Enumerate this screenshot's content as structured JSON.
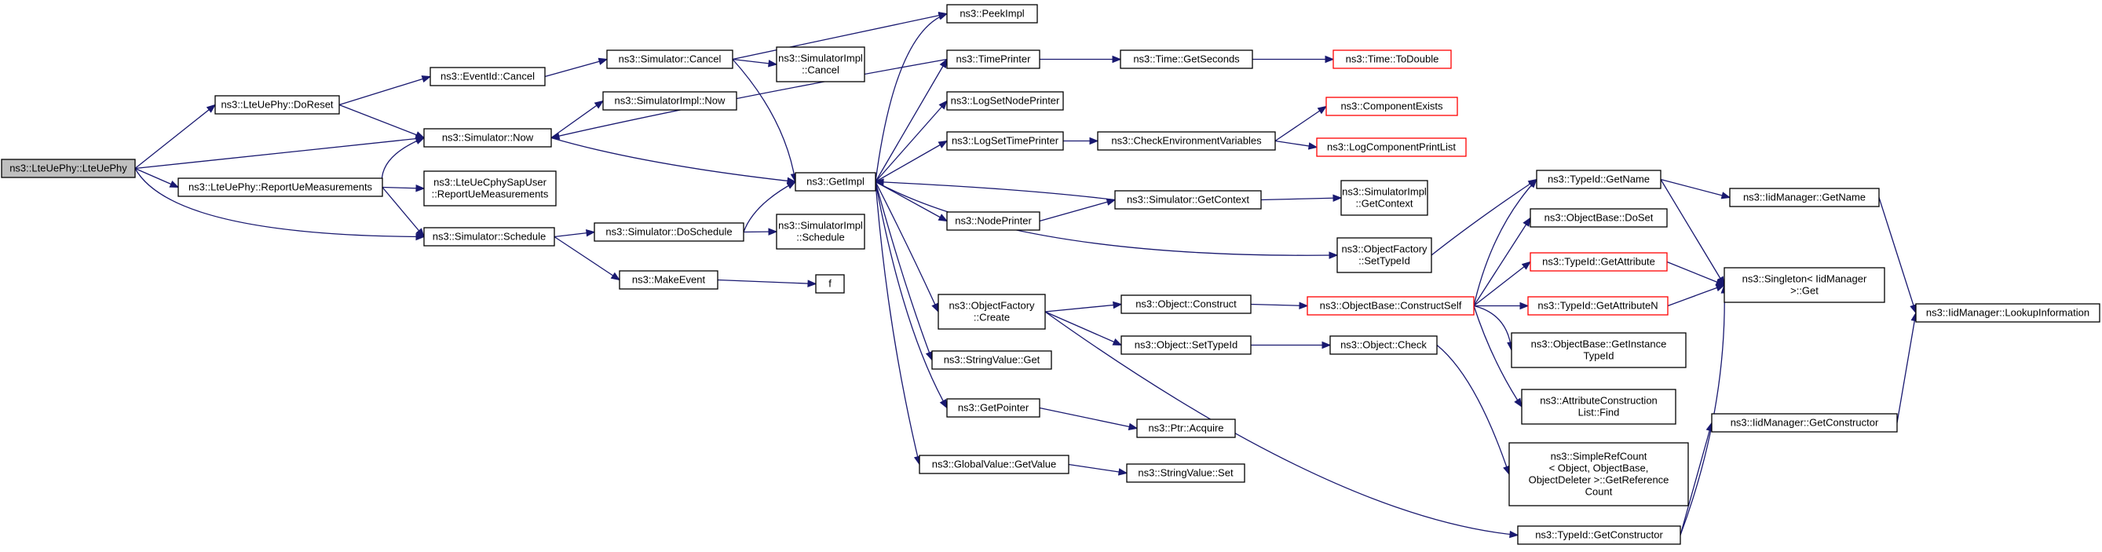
{
  "nodes": [
    {
      "id": "root",
      "lines": [
        "ns3::LteUePhy::LteUePhy"
      ],
      "style": "root",
      "interactable": false
    },
    {
      "id": "doreset",
      "lines": [
        "ns3::LteUePhy::DoReset"
      ],
      "style": "normal",
      "interactable": true
    },
    {
      "id": "reportue",
      "lines": [
        "ns3::LteUePhy::ReportUeMeasurements"
      ],
      "style": "normal",
      "interactable": true
    },
    {
      "id": "eventcancel",
      "lines": [
        "ns3::EventId::Cancel"
      ],
      "style": "normal",
      "interactable": true
    },
    {
      "id": "simnow",
      "lines": [
        "ns3::Simulator::Now"
      ],
      "style": "normal",
      "interactable": true
    },
    {
      "id": "sapuser",
      "lines": [
        "ns3::LteUeCphySapUser",
        "::ReportUeMeasurements"
      ],
      "style": "normal",
      "interactable": true
    },
    {
      "id": "simschedule",
      "lines": [
        "ns3::Simulator::Schedule"
      ],
      "style": "normal",
      "interactable": true
    },
    {
      "id": "simcancel",
      "lines": [
        "ns3::Simulator::Cancel"
      ],
      "style": "normal",
      "interactable": true
    },
    {
      "id": "implnow",
      "lines": [
        "ns3::SimulatorImpl::Now"
      ],
      "style": "normal",
      "interactable": true
    },
    {
      "id": "doschedule",
      "lines": [
        "ns3::Simulator::DoSchedule"
      ],
      "style": "normal",
      "interactable": true
    },
    {
      "id": "makeevent",
      "lines": [
        "ns3::MakeEvent"
      ],
      "style": "normal",
      "interactable": true
    },
    {
      "id": "implcancel",
      "lines": [
        "ns3::SimulatorImpl",
        "::Cancel"
      ],
      "style": "normal",
      "interactable": true
    },
    {
      "id": "getimpl",
      "lines": [
        "ns3::GetImpl"
      ],
      "style": "normal",
      "interactable": true
    },
    {
      "id": "implschedule",
      "lines": [
        "ns3::SimulatorImpl",
        "::Schedule"
      ],
      "style": "normal",
      "interactable": true
    },
    {
      "id": "f",
      "lines": [
        "f"
      ],
      "style": "normal",
      "interactable": true
    },
    {
      "id": "peekimpl",
      "lines": [
        "ns3::PeekImpl"
      ],
      "style": "normal",
      "interactable": true
    },
    {
      "id": "timeprinter",
      "lines": [
        "ns3::TimePrinter"
      ],
      "style": "normal",
      "interactable": true
    },
    {
      "id": "lognodeprinter",
      "lines": [
        "ns3::LogSetNodePrinter"
      ],
      "style": "normal",
      "interactable": true
    },
    {
      "id": "logtimeprinter",
      "lines": [
        "ns3::LogSetTimePrinter"
      ],
      "style": "normal",
      "interactable": true
    },
    {
      "id": "nodeprinter",
      "lines": [
        "ns3::NodePrinter"
      ],
      "style": "normal",
      "interactable": true
    },
    {
      "id": "ofcreate",
      "lines": [
        "ns3::ObjectFactory",
        "::Create"
      ],
      "style": "normal",
      "interactable": true
    },
    {
      "id": "strget",
      "lines": [
        "ns3::StringValue::Get"
      ],
      "style": "normal",
      "interactable": true
    },
    {
      "id": "getpointer",
      "lines": [
        "ns3::GetPointer"
      ],
      "style": "normal",
      "interactable": true
    },
    {
      "id": "gvgetvalue",
      "lines": [
        "ns3::GlobalValue::GetValue"
      ],
      "style": "normal",
      "interactable": true
    },
    {
      "id": "getseconds",
      "lines": [
        "ns3::Time::GetSeconds"
      ],
      "style": "normal",
      "interactable": true
    },
    {
      "id": "checkenv",
      "lines": [
        "ns3::CheckEnvironmentVariables"
      ],
      "style": "normal",
      "interactable": true
    },
    {
      "id": "getcontext",
      "lines": [
        "ns3::Simulator::GetContext"
      ],
      "style": "normal",
      "interactable": true
    },
    {
      "id": "objconstruct",
      "lines": [
        "ns3::Object::Construct"
      ],
      "style": "normal",
      "interactable": true
    },
    {
      "id": "setobjtypeid",
      "lines": [
        "ns3::Object::SetTypeId"
      ],
      "style": "normal",
      "interactable": true
    },
    {
      "id": "ptracquire",
      "lines": [
        "ns3::Ptr::Acquire"
      ],
      "style": "normal",
      "interactable": true
    },
    {
      "id": "strset",
      "lines": [
        "ns3::StringValue::Set"
      ],
      "style": "normal",
      "interactable": true
    },
    {
      "id": "todouble",
      "lines": [
        "ns3::Time::ToDouble"
      ],
      "style": "red",
      "interactable": true
    },
    {
      "id": "compexists",
      "lines": [
        "ns3::ComponentExists"
      ],
      "style": "red",
      "interactable": true
    },
    {
      "id": "logcomplist",
      "lines": [
        "ns3::LogComponentPrintList"
      ],
      "style": "red",
      "interactable": true
    },
    {
      "id": "implgetcontext",
      "lines": [
        "ns3::SimulatorImpl",
        "::GetContext"
      ],
      "style": "normal",
      "interactable": true
    },
    {
      "id": "ofsettypeid",
      "lines": [
        "ns3::ObjectFactory",
        "::SetTypeId"
      ],
      "style": "normal",
      "interactable": true
    },
    {
      "id": "constructself",
      "lines": [
        "ns3::ObjectBase::ConstructSelf"
      ],
      "style": "red",
      "interactable": true
    },
    {
      "id": "objcheck",
      "lines": [
        "ns3::Object::Check"
      ],
      "style": "normal",
      "interactable": true
    },
    {
      "id": "tidgetname",
      "lines": [
        "ns3::TypeId::GetName"
      ],
      "style": "normal",
      "interactable": true
    },
    {
      "id": "doset",
      "lines": [
        "ns3::ObjectBase::DoSet"
      ],
      "style": "normal",
      "interactable": true
    },
    {
      "id": "getattribute",
      "lines": [
        "ns3::TypeId::GetAttribute"
      ],
      "style": "red",
      "interactable": true
    },
    {
      "id": "getattributen",
      "lines": [
        "ns3::TypeId::GetAttributeN"
      ],
      "style": "red",
      "interactable": true
    },
    {
      "id": "getinstance",
      "lines": [
        "ns3::ObjectBase::GetInstance",
        "TypeId"
      ],
      "style": "normal",
      "interactable": true
    },
    {
      "id": "acfind",
      "lines": [
        "ns3::AttributeConstruction",
        "List::Find"
      ],
      "style": "normal",
      "interactable": true
    },
    {
      "id": "simplerefcount",
      "lines": [
        "ns3::SimpleRefCount",
        "< Object, ObjectBase,",
        "ObjectDeleter >::GetReference",
        "Count"
      ],
      "style": "normal",
      "interactable": true
    },
    {
      "id": "getconstructor",
      "lines": [
        "ns3::TypeId::GetConstructor"
      ],
      "style": "normal",
      "interactable": true
    },
    {
      "id": "iidgetname",
      "lines": [
        "ns3::IidManager::GetName"
      ],
      "style": "normal",
      "interactable": true
    },
    {
      "id": "singletonget",
      "lines": [
        "ns3::Singleton< IidManager",
        ">::Get"
      ],
      "style": "normal",
      "interactable": true
    },
    {
      "id": "iidgetctor",
      "lines": [
        "ns3::IidManager::GetConstructor"
      ],
      "style": "normal",
      "interactable": true
    },
    {
      "id": "lookupinfo",
      "lines": [
        "ns3::IidManager::LookupInformation"
      ],
      "style": "normal",
      "interactable": true
    }
  ],
  "edges": [
    [
      "root",
      "doreset"
    ],
    [
      "root",
      "simnow"
    ],
    [
      "root",
      "reportue"
    ],
    [
      "root",
      "simschedule"
    ],
    [
      "doreset",
      "eventcancel"
    ],
    [
      "doreset",
      "simnow"
    ],
    [
      "eventcancel",
      "simcancel"
    ],
    [
      "simcancel",
      "peekimpl"
    ],
    [
      "simcancel",
      "implcancel"
    ],
    [
      "simcancel",
      "getimpl"
    ],
    [
      "simnow",
      "implnow"
    ],
    [
      "simnow",
      "getimpl"
    ],
    [
      "reportue",
      "simnow"
    ],
    [
      "reportue",
      "sapuser"
    ],
    [
      "reportue",
      "simschedule"
    ],
    [
      "simschedule",
      "doschedule"
    ],
    [
      "simschedule",
      "makeevent"
    ],
    [
      "doschedule",
      "getimpl"
    ],
    [
      "doschedule",
      "implschedule"
    ],
    [
      "makeevent",
      "f"
    ],
    [
      "getimpl",
      "peekimpl"
    ],
    [
      "getimpl",
      "timeprinter"
    ],
    [
      "getimpl",
      "lognodeprinter"
    ],
    [
      "getimpl",
      "logtimeprinter"
    ],
    [
      "getimpl",
      "nodeprinter"
    ],
    [
      "getimpl",
      "ofsettypeid"
    ],
    [
      "getimpl",
      "ofcreate"
    ],
    [
      "getimpl",
      "strget"
    ],
    [
      "getimpl",
      "getpointer"
    ],
    [
      "getimpl",
      "gvgetvalue"
    ],
    [
      "timeprinter",
      "simnow"
    ],
    [
      "timeprinter",
      "getseconds"
    ],
    [
      "getseconds",
      "todouble"
    ],
    [
      "logtimeprinter",
      "checkenv"
    ],
    [
      "checkenv",
      "compexists"
    ],
    [
      "checkenv",
      "logcomplist"
    ],
    [
      "nodeprinter",
      "getcontext"
    ],
    [
      "getcontext",
      "getimpl"
    ],
    [
      "getcontext",
      "implgetcontext"
    ],
    [
      "ofcreate",
      "objconstruct"
    ],
    [
      "ofcreate",
      "setobjtypeid"
    ],
    [
      "ofcreate",
      "getconstructor"
    ],
    [
      "objconstruct",
      "constructself"
    ],
    [
      "setobjtypeid",
      "objcheck"
    ],
    [
      "objcheck",
      "simplerefcount"
    ],
    [
      "getpointer",
      "ptracquire"
    ],
    [
      "gvgetvalue",
      "strset"
    ],
    [
      "ofsettypeid",
      "tidgetname"
    ],
    [
      "constructself",
      "tidgetname"
    ],
    [
      "constructself",
      "doset"
    ],
    [
      "constructself",
      "getattribute"
    ],
    [
      "constructself",
      "getattributen"
    ],
    [
      "constructself",
      "getinstance"
    ],
    [
      "constructself",
      "acfind"
    ],
    [
      "tidgetname",
      "iidgetname"
    ],
    [
      "tidgetname",
      "singletonget"
    ],
    [
      "getattribute",
      "singletonget"
    ],
    [
      "getattributen",
      "singletonget"
    ],
    [
      "iidgetname",
      "lookupinfo"
    ],
    [
      "getconstructor",
      "singletonget"
    ],
    [
      "getconstructor",
      "iidgetctor"
    ],
    [
      "iidgetctor",
      "lookupinfo"
    ]
  ]
}
